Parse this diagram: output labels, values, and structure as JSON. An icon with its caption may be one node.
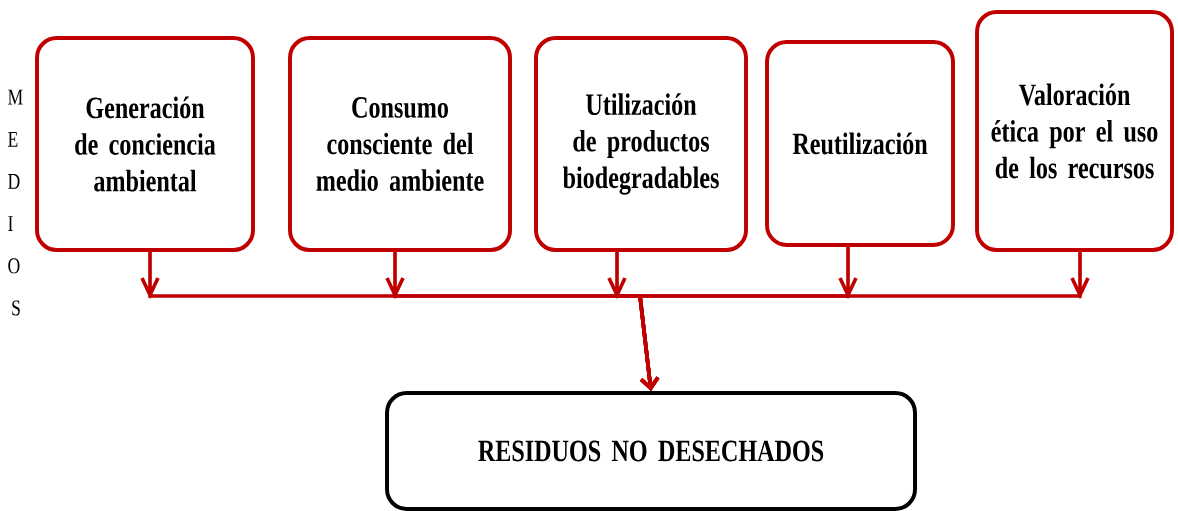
{
  "diagram": {
    "nodes": [
      {
        "text": [
          "Generación de conciencia ambiental"
        ]
      },
      {
        "text": [
          "Consumo consciente del medio ambiente"
        ]
      },
      {
        "text": [
          "Utilización de productos biodegradables"
        ]
      },
      {
        "text": [
          "Reutilización"
        ]
      },
      {
        "text": [
          "Valoración ética por el uso de los recursos"
        ]
      },
      {
        "text": [
          "RESIDUOS NO DESECHADOS"
        ]
      }
    ],
    "edges": [
      {
        "from": 0,
        "to": 5,
        "arrow": "to"
      },
      {
        "from": 1,
        "to": 5,
        "arrow": "to"
      },
      {
        "from": 2,
        "to": 5,
        "arrow": "to"
      },
      {
        "from": 3,
        "to": 5,
        "arrow": "to"
      },
      {
        "from": 4,
        "to": 5,
        "arrow": "to"
      }
    ],
    "labels": [
      "MEDIOS"
    ]
  }
}
